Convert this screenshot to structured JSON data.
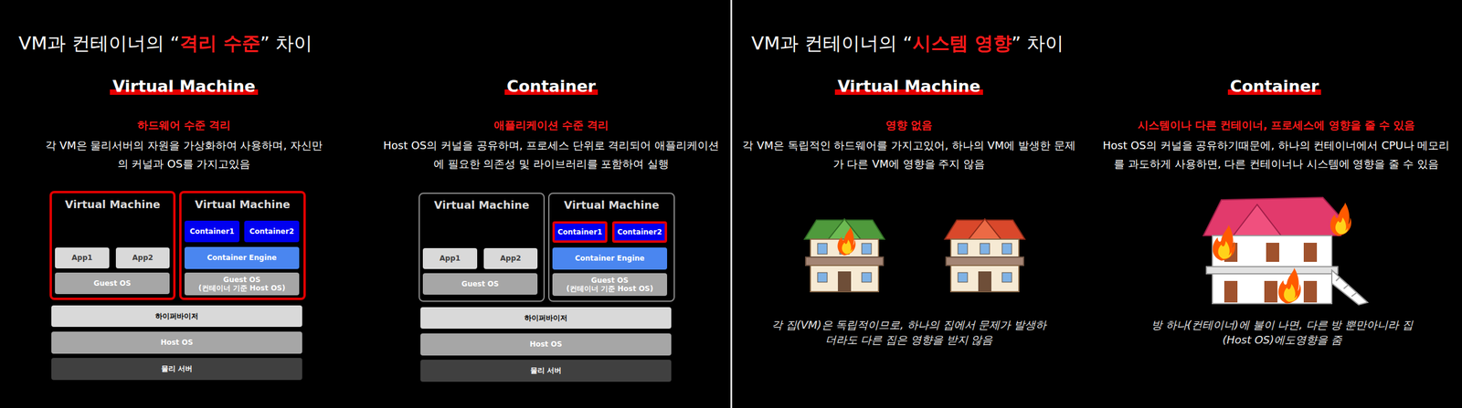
{
  "diagram": {
    "nodes": [
      {
        "text": [
          "Virtual Machine"
        ]
      },
      {
        "text": [
          "App1"
        ],
        "in": 0
      },
      {
        "text": [
          "App2"
        ],
        "in": 0
      },
      {
        "text": [
          "Guest OS"
        ],
        "in": 0
      },
      {
        "text": [
          "Virtual Machine"
        ]
      },
      {
        "text": [
          "Container1"
        ],
        "in": 4
      },
      {
        "text": [
          "Container2"
        ],
        "in": 4
      },
      {
        "text": [
          "Container Engine"
        ],
        "in": 4
      },
      {
        "text": [
          "Guest OS",
          "(컨테이너 기준 Host OS)"
        ],
        "in": 4
      },
      {
        "text": [
          "하이퍼바이저"
        ]
      },
      {
        "text": [
          "Host OS"
        ]
      },
      {
        "text": [
          "물리 서버"
        ]
      },
      {
        "text": [
          "Virtual Machine"
        ]
      },
      {
        "text": [
          "App1"
        ],
        "in": 12
      },
      {
        "text": [
          "App2"
        ],
        "in": 12
      },
      {
        "text": [
          "Guest OS"
        ],
        "in": 12
      },
      {
        "text": [
          "Virtual Machine"
        ]
      },
      {
        "text": [
          "Container1"
        ],
        "in": 16
      },
      {
        "text": [
          "Container2"
        ],
        "in": 16
      },
      {
        "text": [
          "Container Engine"
        ],
        "in": 16
      },
      {
        "text": [
          "Guest OS",
          "(컨테이너 기준 Host OS)"
        ],
        "in": 16
      },
      {
        "text": [
          "하이퍼바이저"
        ]
      },
      {
        "text": [
          "Host OS"
        ]
      },
      {
        "text": [
          "물리 서버"
        ]
      }
    ],
    "labels": [
      "VM과 컨테이너의 “",
      "격리 수준",
      "” 차이",
      "VM과 컨테이너의 “",
      "시스템 영향",
      "” 차이",
      "Virtual Machine",
      "하드웨어 수준 격리",
      "각 VM은 물리서버의 자원을 가상화하여 사용하며, 자신만의 커널과 OS를 가지고있음",
      "Container",
      "애플리케이션 수준 격리",
      "Host OS의 커널을 공유하며, 프로세스 단위로 격리되어 애플리케이션에 필요한 의존성 및 라이브러리를 포함하여 실행",
      "Virtual Machine",
      "영향 없음",
      "각 VM은 독립적인 하드웨어를 가지고있어, 하나의 VM에 발생한 문제가 다른 VM에 영향을 주지 않음",
      "Container",
      "시스템이나 다른 컨테이너, 프로세스에 영향을 줄 수 있음",
      "Host OS의 커널을 공유하기때문에, 하나의 컨테이너에서 CPU나 메모리를 과도하게 사용하면, 다른 컨테이너나 시스템에 영향을 줄 수 있음",
      "각 집(VM)은 독립적이므로, 하나의 집에서 문제가 발생하더라도 다른 집은 영향을 받지 않음",
      "방 하나(컨테이너)에 불이 나면, 다른 방 뿐만아니라 집(Host OS)에도영향을 줌"
    ]
  }
}
